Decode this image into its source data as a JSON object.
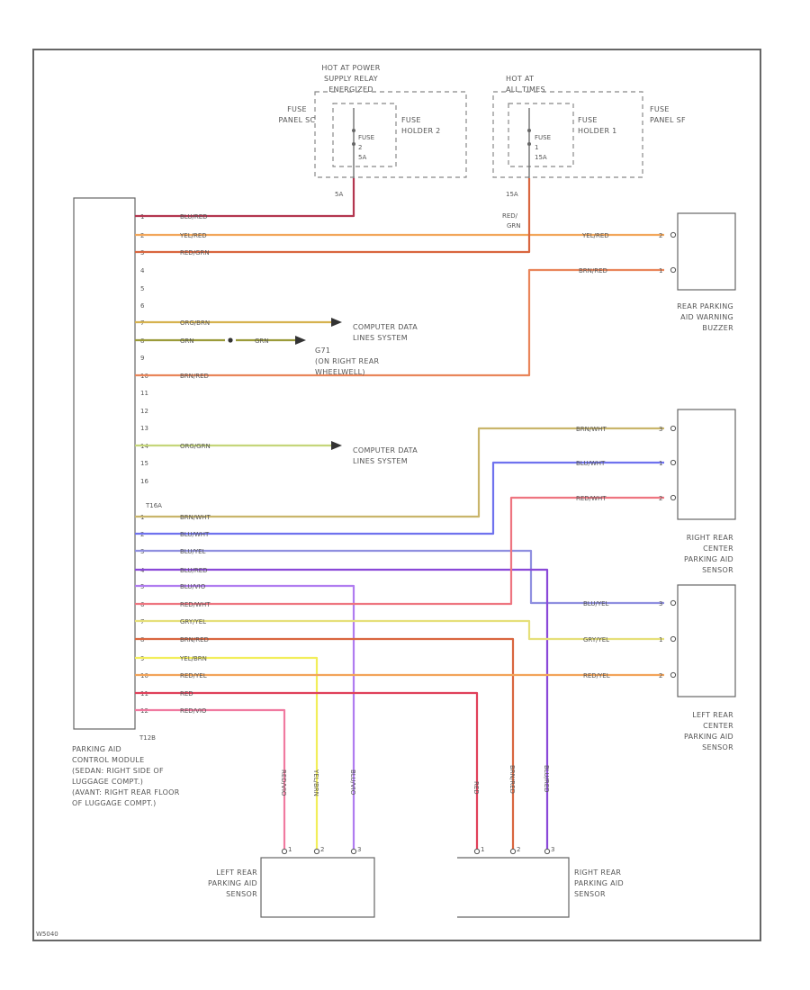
{
  "supply_left": {
    "label_lines": [
      "HOT AT POWER",
      "SUPPLY RELAY",
      "ENERGIZED"
    ],
    "fuse_panel_lines": [
      "FUSE",
      "PANEL SC"
    ],
    "fuse_holder_lines": [
      "FUSE",
      "HOLDER 2"
    ],
    "fuse_lines": [
      "FUSE",
      "2",
      "5A"
    ],
    "amp": "5A"
  },
  "supply_right": {
    "label_lines": [
      "HOT AT",
      "ALL TIMES"
    ],
    "fuse_panel_lines": [
      "FUSE",
      "PANEL SF"
    ],
    "fuse_holder_lines": [
      "FUSE",
      "HOLDER 1"
    ],
    "fuse_lines": [
      "FUSE",
      "1",
      "15A"
    ],
    "amp": "15A",
    "wire_lines": [
      "RED/",
      "GRN"
    ]
  },
  "module": {
    "name_lines": [
      "PARKING AID",
      "CONTROL MODULE",
      "(SEDAN: RIGHT SIDE OF",
      "LUGGAGE COMPT.)",
      "(AVANT: RIGHT REAR FLOOR",
      "OF LUGGAGE COMPT.)"
    ],
    "connector_a": "T16A",
    "connector_b": "T12B",
    "pins_a": [
      "1",
      "2",
      "3",
      "4",
      "5",
      "6",
      "7",
      "8",
      "9",
      "10",
      "11",
      "12",
      "13",
      "14",
      "15",
      "16"
    ],
    "pins_b": [
      "1",
      "2",
      "3",
      "4",
      "5",
      "6",
      "7",
      "8",
      "9",
      "10",
      "11",
      "12"
    ]
  },
  "wires_top": [
    {
      "label": "BLU/RED",
      "color": "#b3364f"
    },
    {
      "label": "YEL/RED",
      "color": "#f2a65a"
    },
    {
      "label": "RED/GRN",
      "color": "#d9663f"
    },
    {
      "label": "ORG/BRN",
      "color": "#d6b24f"
    },
    {
      "label": "GRN",
      "color": "#9b9b3a"
    },
    {
      "label": "GRN",
      "color": "#9b9b3a"
    },
    {
      "label": "BRN/RED",
      "color": "#e9855a"
    },
    {
      "label": "ORG/GRN",
      "color": "#c5d67a"
    }
  ],
  "wires_bottom": [
    {
      "label": "BRN/WHT",
      "color": "#c9b56b"
    },
    {
      "label": "BLU/WHT",
      "color": "#6f72ee"
    },
    {
      "label": "BLU/YEL",
      "color": "#8f8fe0"
    },
    {
      "label": "BLU/RED",
      "color": "#8a48d8"
    },
    {
      "label": "BLU/VIO",
      "color": "#b07cf0"
    },
    {
      "label": "RED/WHT",
      "color": "#ee7580"
    },
    {
      "label": "GRY/YEL",
      "color": "#e6e07a"
    },
    {
      "label": "BRN/RED",
      "color": "#d9663f"
    },
    {
      "label": "YEL/BRN",
      "color": "#f2ee5a"
    },
    {
      "label": "RED/YEL",
      "color": "#f2a45a"
    },
    {
      "label": "RED",
      "color": "#e0405a"
    },
    {
      "label": "RED/VIO",
      "color": "#f07aa0"
    }
  ],
  "sensor_wires": {
    "buzzer_top": "YEL/RED",
    "buzzer_bottom": "BRN/RED",
    "rcs_1": "BRN/WHT",
    "rcs_2": "BLU/WHT",
    "rcs_3": "RED/WHT",
    "lcs_1": "BLU/YEL",
    "lcs_2": "GRY/YEL",
    "lcs_3": "RED/YEL",
    "lrs_1": "RED/VIO",
    "lrs_2": "YEL/BRN",
    "lrs_3": "BLU/VIO",
    "rrs_1": "RED",
    "rrs_2": "BRN/RED",
    "rrs_3": "BLU/RED"
  },
  "references": {
    "computer_data_1_lines": [
      "COMPUTER DATA",
      "LINES SYSTEM"
    ],
    "ground_id": "G71",
    "ground_lines": [
      "(ON RIGHT REAR",
      "WHEELWELL)"
    ],
    "computer_data_2_lines": [
      "COMPUTER DATA",
      "LINES SYSTEM"
    ]
  },
  "components": {
    "buzzer_lines": [
      "REAR PARKING",
      "AID WARNING",
      "BUZZER"
    ],
    "right_center_lines": [
      "RIGHT REAR",
      "CENTER",
      "PARKING AID",
      "SENSOR"
    ],
    "left_center_lines": [
      "LEFT REAR",
      "CENTER",
      "PARKING AID",
      "SENSOR"
    ],
    "left_rear_lines": [
      "LEFT REAR",
      "PARKING AID",
      "SENSOR"
    ],
    "right_rear_lines": [
      "RIGHT REAR",
      "PARKING AID",
      "SENSOR"
    ]
  },
  "pin_labels": {
    "buzzer": [
      "2",
      "1"
    ],
    "right_center": [
      "3",
      "1",
      "2"
    ],
    "left_center": [
      "3",
      "1",
      "2"
    ],
    "left_rear": [
      "1",
      "2",
      "3"
    ],
    "right_rear": [
      "1",
      "2",
      "3"
    ]
  },
  "footer_code": "W5040"
}
